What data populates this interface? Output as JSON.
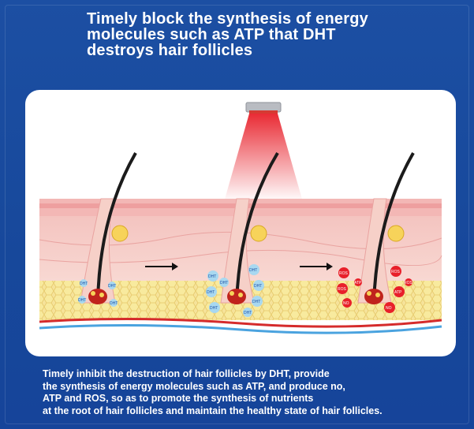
{
  "headline": {
    "lines": [
      "Timely block the synthesis of energy",
      "molecules such as ATP that DHT",
      "destroys hair follicles"
    ]
  },
  "diagram": {
    "stage1_labels": [
      "DHT",
      "DHT",
      "DHT",
      "DHT"
    ],
    "stage2_labels": [
      "DHT",
      "DHT",
      "DHT",
      "DHT",
      "DHT",
      "DHT",
      "DHT",
      "DHT"
    ],
    "stage3_labels": [
      "ROS",
      "ROS",
      "ROS",
      "NO",
      "NO",
      "ATP",
      "ATP",
      "ROS"
    ],
    "arrow_icon": "right-arrow-icon",
    "lamp_icon": "red-light-lamp-icon",
    "colors": {
      "background": "#1a4a9c",
      "panel": "#ffffff",
      "skin": "#f2b8b6",
      "fat": "#f7e28f",
      "light": "#e8202a",
      "dht_bubble": "#a8d8f0",
      "ros_bubble": "#e8202a"
    }
  },
  "caption": {
    "lines": [
      "Timely inhibit the destruction of hair follicles by DHT, provide",
      "the synthesis of energy molecules such as ATP, and produce no,",
      "ATP and ROS, so as to promote the synthesis of nutrients",
      "at the root of hair follicles and maintain the healthy state of hair follicles."
    ]
  }
}
